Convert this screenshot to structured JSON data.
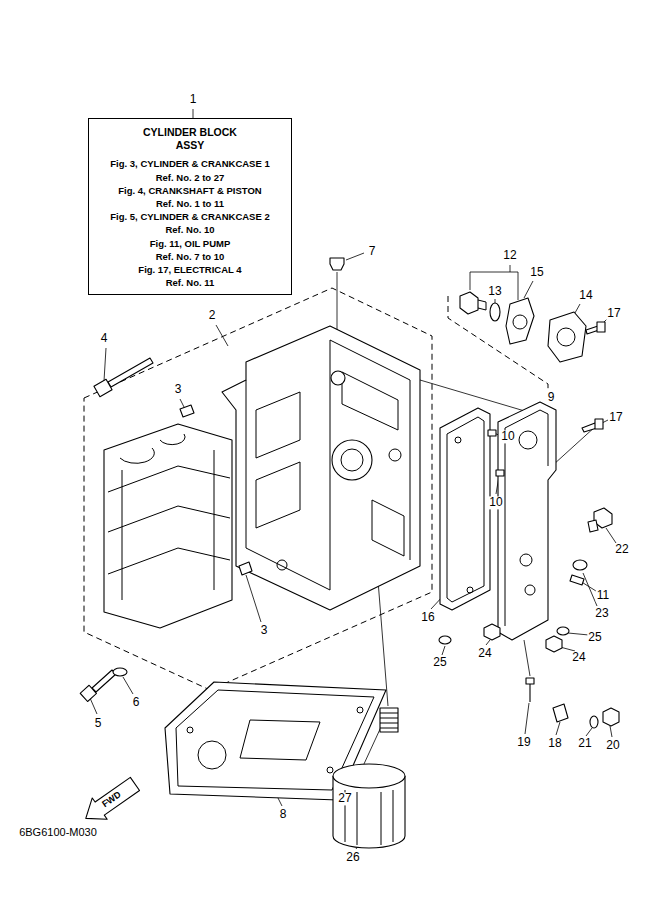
{
  "diagram": {
    "nodes": [
      {
        "text": [
          "CYLINDER BLOCK",
          "ASSY",
          "Fig. 3, CYLINDER & CRANKCASE 1",
          "Ref. No. 2 to 27",
          "Fig. 4, CRANKSHAFT & PISTON",
          "Ref. No. 1 to 11",
          "Fig. 5, CYLINDER & CRANKCASE 2",
          "Ref. No. 10",
          "Fig. 11, OIL PUMP",
          "Ref. No. 7 to 10",
          "Fig. 17, ELECTRICAL 4",
          "Ref. No. 11"
        ]
      }
    ],
    "labels": [
      "1",
      "2",
      "3",
      "3",
      "4",
      "5",
      "6",
      "7",
      "8",
      "9",
      "10",
      "10",
      "11",
      "12",
      "13",
      "14",
      "15",
      "16",
      "17",
      "17",
      "18",
      "19",
      "20",
      "21",
      "22",
      "23",
      "24",
      "24",
      "25",
      "25",
      "26",
      "27",
      "FWD",
      "6BG6100-M030"
    ]
  }
}
